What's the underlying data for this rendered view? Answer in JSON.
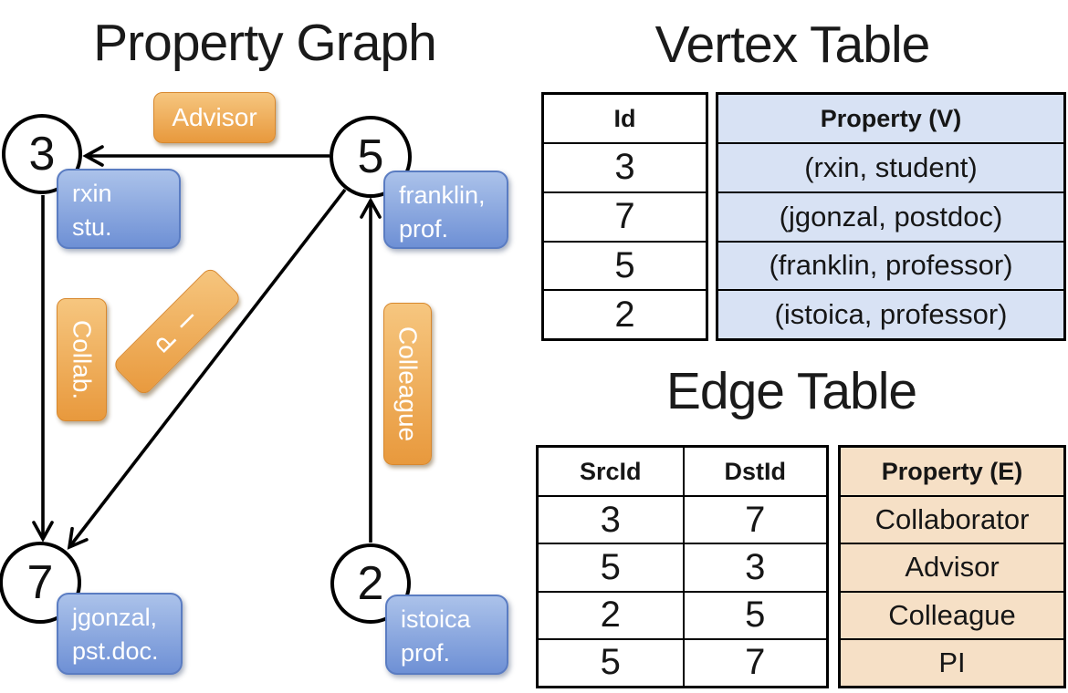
{
  "graph": {
    "title": "Property Graph",
    "nodes": [
      {
        "id": "3",
        "label_lines": [
          "rxin",
          "stu."
        ]
      },
      {
        "id": "5",
        "label_lines": [
          "franklin,",
          "prof."
        ]
      },
      {
        "id": "7",
        "label_lines": [
          "jgonzal,",
          "pst.doc."
        ]
      },
      {
        "id": "2",
        "label_lines": [
          "istoica",
          "prof."
        ]
      }
    ],
    "edge_labels": {
      "advisor": "Advisor",
      "collab": "Collab.",
      "pi": "PI",
      "colleague": "Colleague"
    }
  },
  "vertex_table": {
    "title": "Vertex Table",
    "headers": {
      "id": "Id",
      "property": "Property (V)"
    },
    "rows": [
      {
        "id": "3",
        "property": "(rxin, student)"
      },
      {
        "id": "7",
        "property": "(jgonzal, postdoc)"
      },
      {
        "id": "5",
        "property": "(franklin, professor)"
      },
      {
        "id": "2",
        "property": "(istoica, professor)"
      }
    ]
  },
  "edge_table": {
    "title": "Edge Table",
    "headers": {
      "src": "SrcId",
      "dst": "DstId",
      "property": "Property (E)"
    },
    "rows": [
      {
        "src": "3",
        "dst": "7",
        "property": "Collaborator"
      },
      {
        "src": "5",
        "dst": "3",
        "property": "Advisor"
      },
      {
        "src": "2",
        "dst": "5",
        "property": "Colleague"
      },
      {
        "src": "5",
        "dst": "7",
        "property": "PI"
      }
    ]
  },
  "colors": {
    "edge_label_top": "#f6c67f",
    "edge_label_bottom": "#e8993d",
    "vertex_label_top": "#abc2ea",
    "vertex_label_bottom": "#6e90d5",
    "vertex_cell_bg": "#d8e2f4",
    "edge_cell_bg": "#f6e0c6",
    "table_border": "#000000"
  }
}
